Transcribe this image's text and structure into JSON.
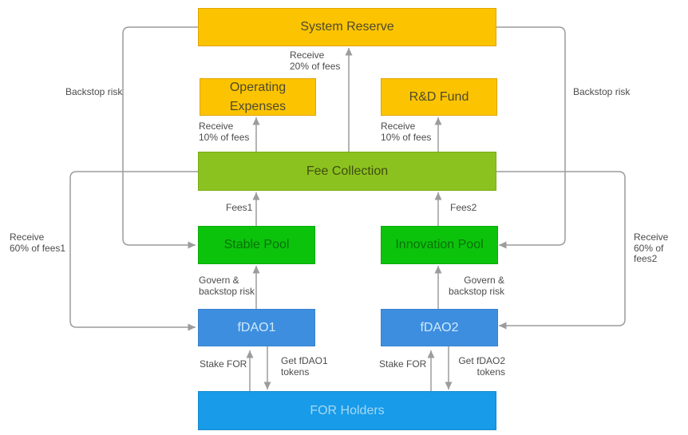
{
  "colors": {
    "background": "#FFFFFF",
    "connector": "#9C9C9C",
    "edge_label_text": "#4C4C4C",
    "yellow_fill": "#FCC400",
    "olive_fill": "#8CC21F",
    "green_fill": "#0CC30C",
    "blue_fill": "#3E8EE0",
    "cyan_fill": "#189BE8"
  },
  "nodes": {
    "system_reserve": {
      "label": "System Reserve",
      "fill": "#FCC400",
      "border": "#E0A302",
      "text": "#4D4930"
    },
    "operating_expenses": {
      "label": "Operating Expenses",
      "fill": "#FCC400",
      "border": "#E0A302",
      "text": "#4D4930"
    },
    "rnd_fund": {
      "label": "R&D Fund",
      "fill": "#FCC400",
      "border": "#E0A302",
      "text": "#4D4930"
    },
    "fee_collection": {
      "label": "Fee Collection",
      "fill": "#8CC21F",
      "border": "#7AAB15",
      "text": "#3E4F0E"
    },
    "stable_pool": {
      "label": "Stable Pool",
      "fill": "#0CC30C",
      "border": "#0BAB0B",
      "text": "#087208"
    },
    "innovation_pool": {
      "label": "Innovation Pool",
      "fill": "#0CC30C",
      "border": "#0BAB0B",
      "text": "#087208"
    },
    "fdao1": {
      "label": "fDAO1",
      "fill": "#3E8EE0",
      "border": "#3781CC",
      "text": "#CEEAFB"
    },
    "fdao2": {
      "label": "fDAO2",
      "fill": "#3E8EE0",
      "border": "#3781CC",
      "text": "#CEEAFB"
    },
    "for_holders": {
      "label": "FOR Holders",
      "fill": "#189BE8",
      "border": "#1489CF",
      "text": "#A5D8F2"
    }
  },
  "edge_labels": {
    "backstop_left": "Backstop risk",
    "backstop_right": "Backstop risk",
    "receive_20": "Receive\n20% of fees",
    "receive_10_left": "Receive\n10% of fees",
    "receive_10_right": "Receive\n10% of fees",
    "fees1": "Fees1",
    "fees2": "Fees2",
    "govern_left": "Govern &\nbackstop risk",
    "govern_right": "Govern &\nbackstop risk",
    "receive_60_fees1": "Receive\n60% of fees1",
    "receive_60_fees2": "Receive\n60% of fees2",
    "stake_for_left": "Stake FOR",
    "get_fdao1_tokens": "Get fDAO1\ntokens",
    "stake_for_right": "Stake FOR",
    "get_fdao2_tokens": "Get fDAO2\ntokens"
  }
}
